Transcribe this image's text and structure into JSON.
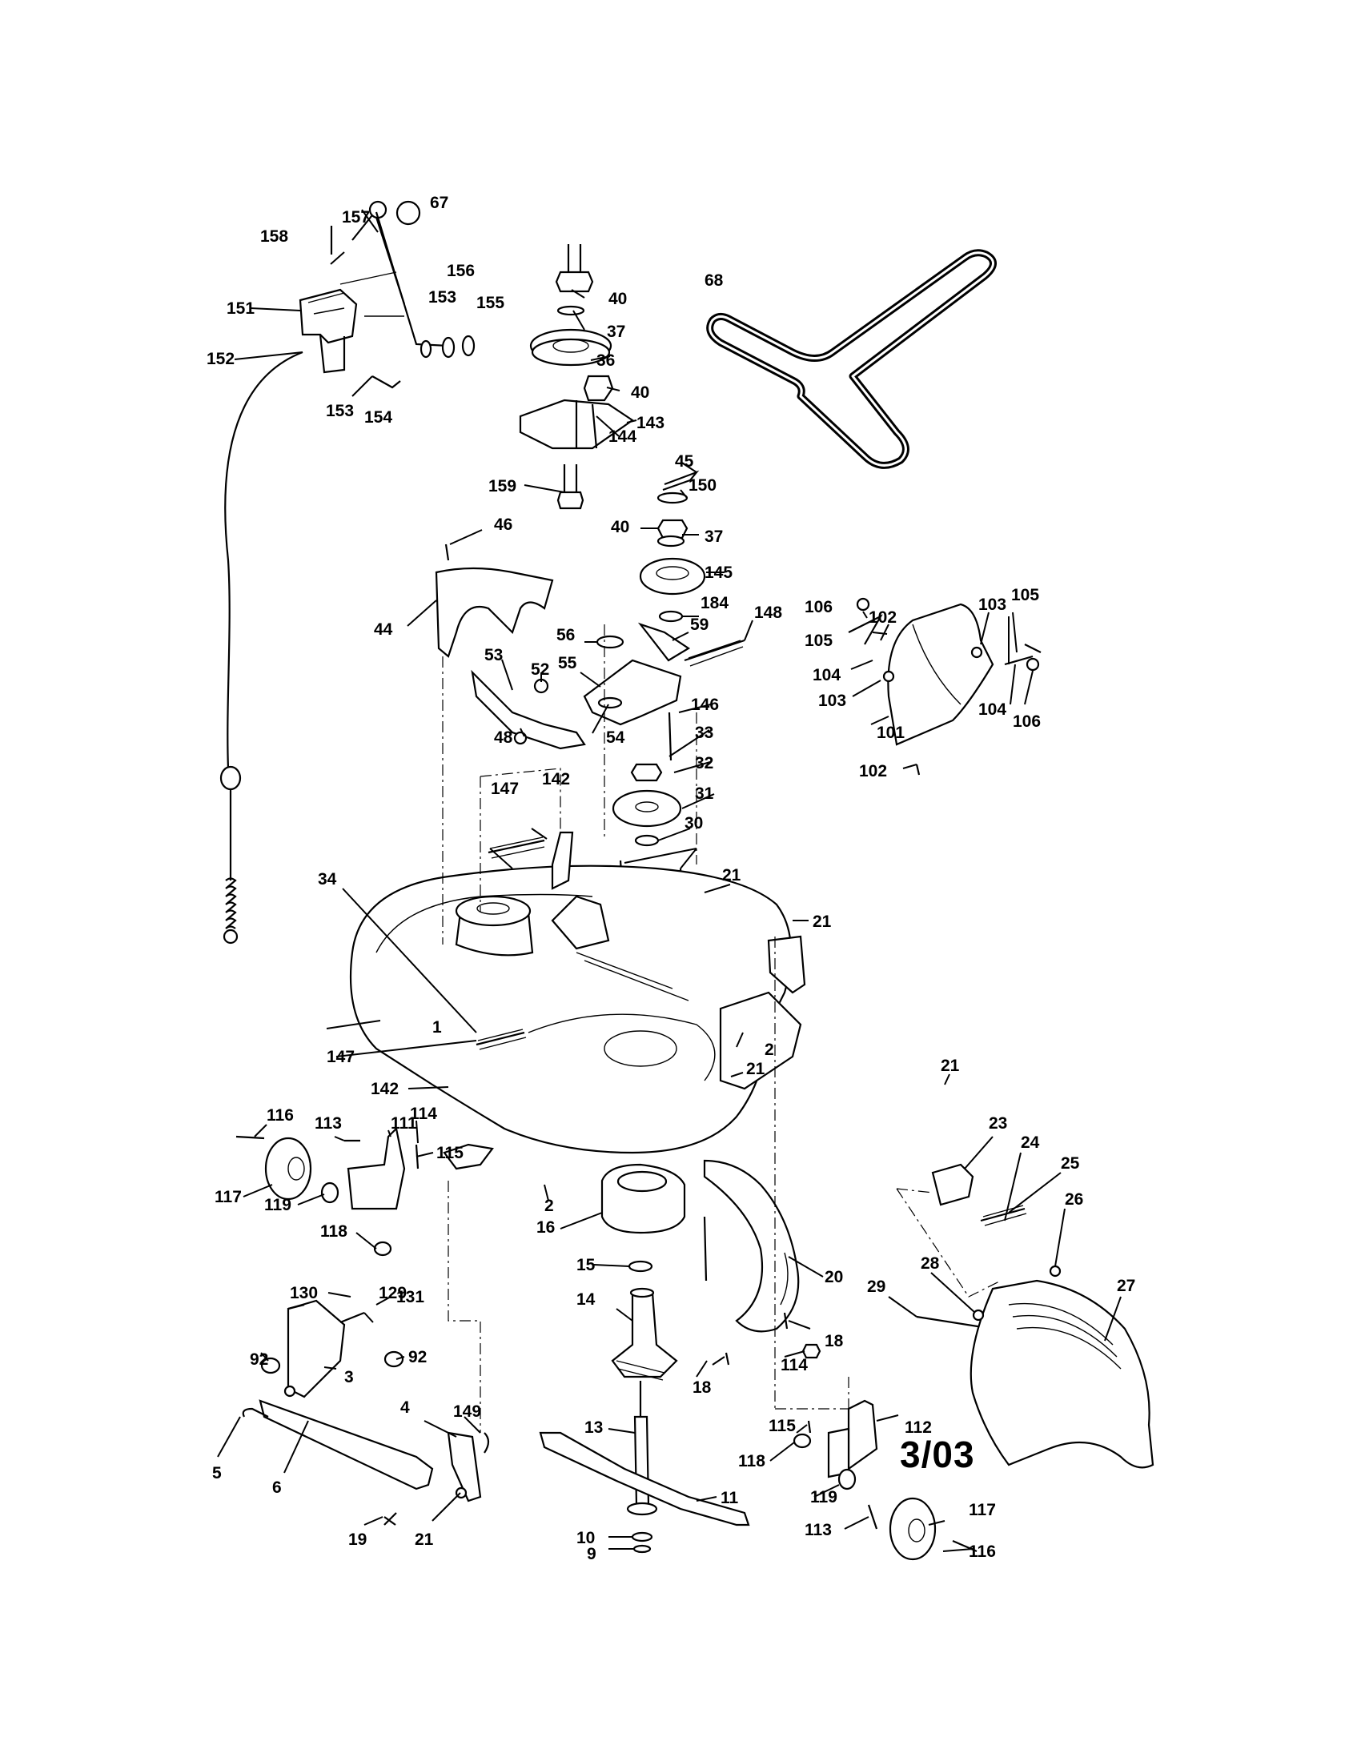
{
  "page": {
    "code": "3/03"
  },
  "labels": [
    "1",
    "2",
    "3",
    "4",
    "5",
    "6",
    "9",
    "10",
    "11",
    "13",
    "14",
    "15",
    "16",
    "18",
    "19",
    "20",
    "21",
    "23",
    "24",
    "25",
    "26",
    "27",
    "28",
    "29",
    "30",
    "31",
    "32",
    "33",
    "34",
    "36",
    "37",
    "40",
    "44",
    "45",
    "46",
    "48",
    "52",
    "53",
    "54",
    "55",
    "56",
    "59",
    "67",
    "68",
    "92",
    "101",
    "102",
    "103",
    "104",
    "105",
    "106",
    "111",
    "112",
    "113",
    "114",
    "115",
    "116",
    "117",
    "118",
    "119",
    "129",
    "130",
    "131",
    "142",
    "143",
    "144",
    "145",
    "146",
    "147",
    "148",
    "149",
    "150",
    "151",
    "152",
    "153",
    "154",
    "155",
    "156",
    "157",
    "158",
    "159",
    "184"
  ]
}
